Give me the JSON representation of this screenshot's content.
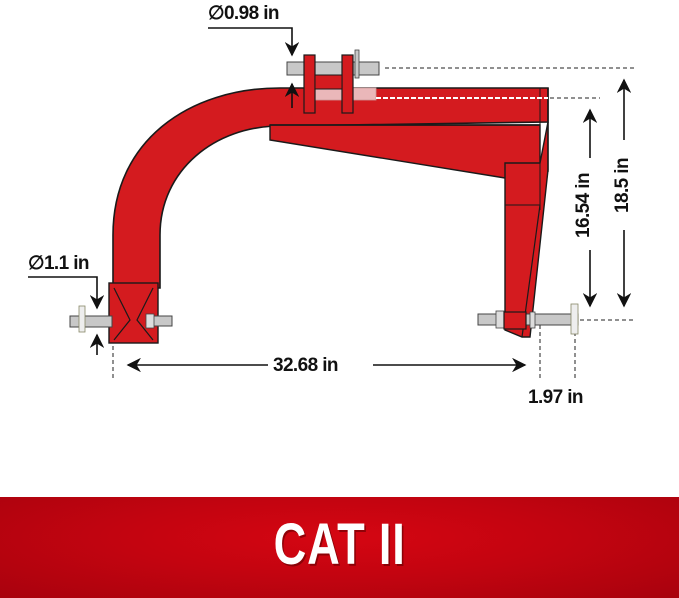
{
  "diagram": {
    "subject": "3-point hitch adapter frame",
    "colors": {
      "frame_red": "#d41b1f",
      "outline": "#1a1a1a",
      "pin_gray": "#c8c8c8",
      "pin_gray_ghost": "#e9b9bb",
      "banner_red": "#c30410",
      "banner_text": "#ffffff"
    },
    "dimensions": {
      "top_pin_diameter": "∅0.98 in",
      "lower_pin_diameter": "∅1.1 in",
      "width_between_lower_pins": "32.68 in",
      "lower_pin_offset": "1.97 in",
      "height_inner": "16.54 in",
      "height_outer": "18.5 in"
    }
  },
  "banner": {
    "title": "CAT II"
  }
}
